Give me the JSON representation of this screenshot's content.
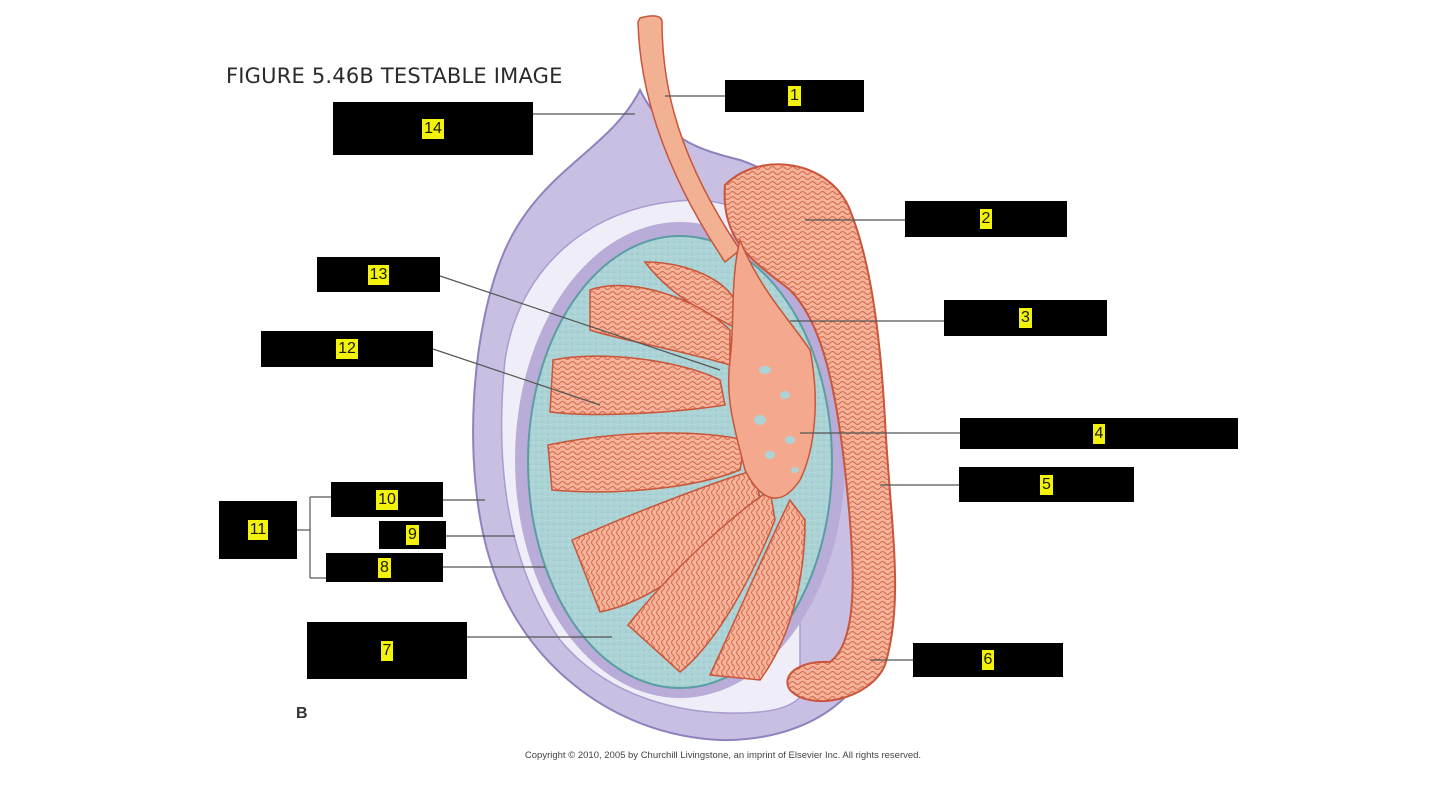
{
  "title": "FIGURE 5.46B TESTABLE IMAGE",
  "panel_letter": "B",
  "copyright": "Copyright © 2010, 2005 by Churchill Livingstone, an imprint of Elsevier Inc. All rights reserved.",
  "colors": {
    "outer_tunic": "#c9bfe3",
    "outer_tunic_edge": "#8f82be",
    "cavity": "#efedf7",
    "inner_layer": "#b9acd8",
    "septa": "#a9d1d3",
    "lobule": "#f4a98e",
    "lobule_dark": "#c9553a",
    "label_box": "#000000",
    "label_number": "#f2f20a"
  },
  "labels": [
    {
      "id": "1",
      "text": "1"
    },
    {
      "id": "2",
      "text": "2"
    },
    {
      "id": "3",
      "text": "3"
    },
    {
      "id": "4",
      "text": "4"
    },
    {
      "id": "5",
      "text": "5"
    },
    {
      "id": "6",
      "text": "6"
    },
    {
      "id": "7",
      "text": "7"
    },
    {
      "id": "8",
      "text": "8"
    },
    {
      "id": "9",
      "text": "9"
    },
    {
      "id": "10",
      "text": "10"
    },
    {
      "id": "11",
      "text": "11"
    },
    {
      "id": "12",
      "text": "12"
    },
    {
      "id": "13",
      "text": "13"
    },
    {
      "id": "14",
      "text": "14"
    }
  ]
}
